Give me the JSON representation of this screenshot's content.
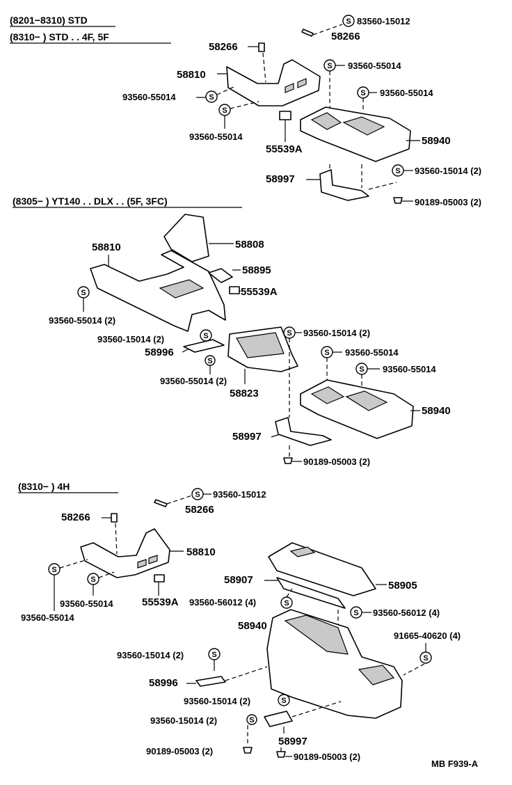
{
  "sections": {
    "std": {
      "header_1": "(8201−8310) STD",
      "header_2": "(8310−      ) STD . . 4F, 5F"
    },
    "yt140": {
      "header": "(8305−        ) YT140 . . DLX . . (5F, 3FC)"
    },
    "h4": {
      "header": "(8310−        ) 4H"
    }
  },
  "labels": {
    "s1_83560_15012": "83560-15012",
    "s1_58266_right": "58266",
    "s1_58266_left": "58266",
    "s1_58810": "58810",
    "s1_93560_55014_a": "93560-55014",
    "s1_93560_55014_b": "93560-55014",
    "s1_93560_55014_c": "93560-55014",
    "s1_93560_55014_d": "93560-55014",
    "s1_55539a": "55539A",
    "s1_58940": "58940",
    "s1_58997": "58997",
    "s1_93560_15014": "93560-15014 (2)",
    "s1_90189_05003": "90189-05003 (2)",
    "s2_58810": "58810",
    "s2_58808": "58808",
    "s2_58895": "58895",
    "s2_55539a": "55539A",
    "s2_93560_55014_2": "93560-55014 (2)",
    "s2_93560_15014_2_left": "93560-15014 (2)",
    "s2_58996": "58996",
    "s2_93560_55014_2b": "93560-55014 (2)",
    "s2_58823": "58823",
    "s2_93560_15014_2_right": "93560-15014 (2)",
    "s2_93560_55014_a": "93560-55014",
    "s2_93560_55014_b": "93560-55014",
    "s2_58940": "58940",
    "s2_58997": "58997",
    "s2_90189_05003": "90189-05003 (2)",
    "s3_93560_15012": "93560-15012",
    "s3_58266_right": "58266",
    "s3_58266_left": "58266",
    "s3_58810": "58810",
    "s3_93560_55014_a": "93560-55014",
    "s3_93560_55014_b": "93560-55014",
    "s3_55539a": "55539A",
    "s3_93560_56012_4_left": "93560-56012 (4)",
    "s3_58907": "58907",
    "s3_58905": "58905",
    "s3_93560_56012_4_right": "93560-56012 (4)",
    "s3_58940": "58940",
    "s3_91665_40620": "91665-40620 (4)",
    "s3_93560_15014_2_a": "93560-15014 (2)",
    "s3_58996": "58996",
    "s3_93560_15014_2_b": "93560-15014 (2)",
    "s3_93560_15014_2_c": "93560-15014 (2)",
    "s3_58997": "58997",
    "s3_90189_05003_left": "90189-05003 (2)",
    "s3_90189_05003_right": "90189-05003 (2)"
  },
  "symbols": {
    "screw_letter": "S"
  },
  "footer": {
    "code": "MB F939-A"
  }
}
